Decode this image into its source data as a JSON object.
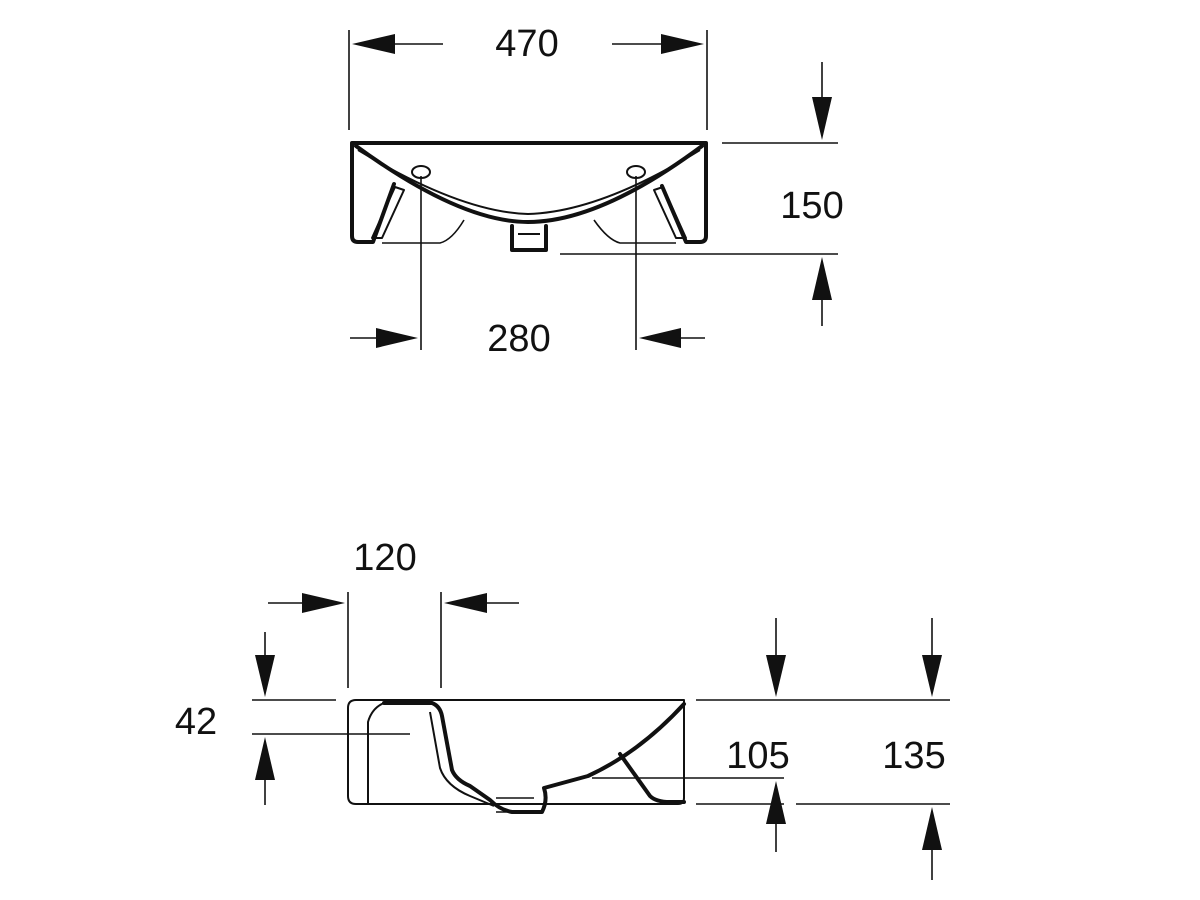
{
  "drawing": {
    "top_view": {
      "width_label": "470",
      "depth_label": "150",
      "hole_spacing_label": "280"
    },
    "side_view": {
      "offset_label": "120",
      "rim_height_label": "42",
      "bowl_height_label": "105",
      "total_height_label": "135"
    },
    "colors": {
      "line": "#111111",
      "background": "#ffffff"
    }
  }
}
